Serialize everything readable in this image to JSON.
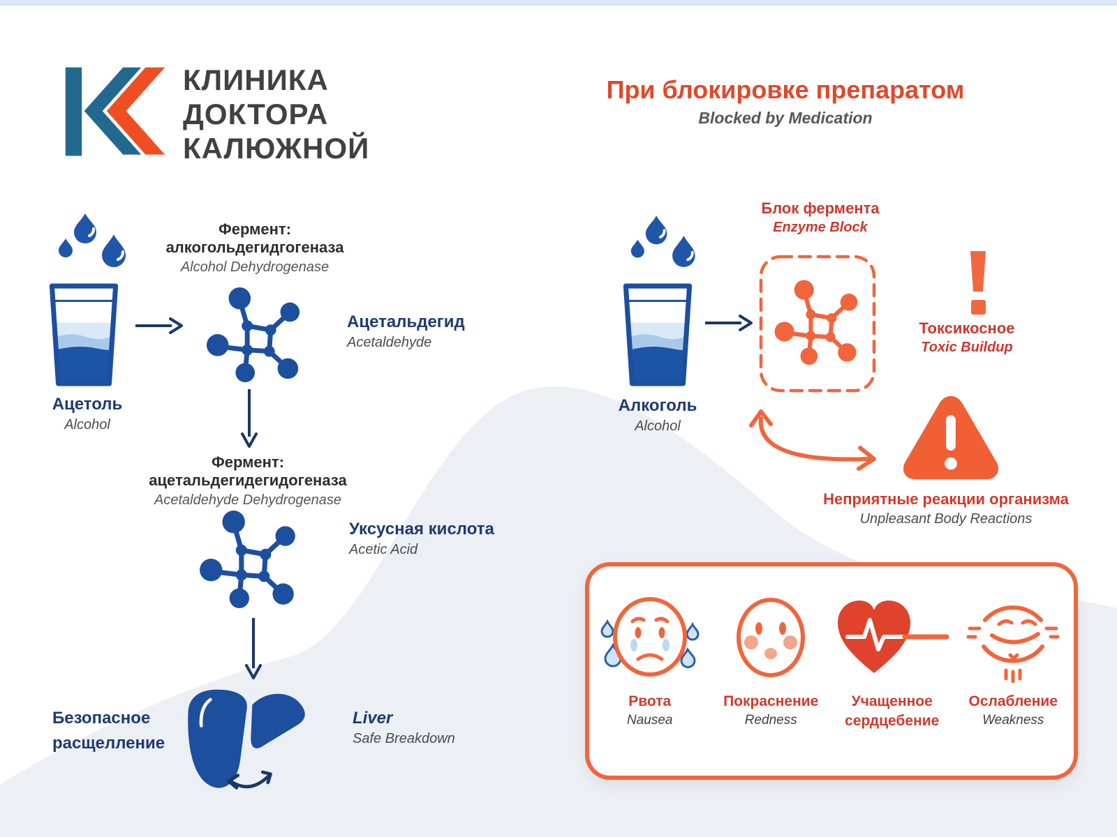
{
  "colors": {
    "accent_orange": "#F2653C",
    "heart_red": "#E0432B",
    "red_text": "#CD382B",
    "navy_text": "#1E3A70",
    "molecule_blue": "#1C4F9E",
    "arrow_navy": "#1B3764",
    "gray_italic": "#55565A",
    "logo_blue": "#23698F",
    "logo_orange": "#EF4E23",
    "hill_background": "#ECEFF4",
    "top_strip": "#DCE7F5"
  },
  "logo": {
    "line1": "КЛИНИКА",
    "line2": "ДОКТОРА",
    "line3": "КАЛЮЖНОЙ"
  },
  "title": {
    "ru": "При блокировке препаратом",
    "en": "Blocked by Medication"
  },
  "left": {
    "enzyme1_ru": "Фермент: алкогольдегидгогеназа",
    "enzyme1_en": "Alcohol Dehydrogenase",
    "source_ru": "Ацетоль",
    "source_en": "Alcohol",
    "product1_ru": "Ацетальдегид",
    "product1_en": "Acetaldehyde",
    "enzyme2_ru": "Фермент: ацетальдегидегидогеназа",
    "enzyme2_en": "Acetaldehyde Dehydrogenase",
    "product2_ru": "Уксусная кислота",
    "product2_en": "Acetic Acid",
    "result_ru_line1": "Безопасное",
    "result_ru_line2": "расщелление",
    "liver_en": "Liver",
    "liver_sub": "Safe Breakdown"
  },
  "right": {
    "source_ru": "Алкоголь",
    "source_en": "Alcohol",
    "block_ru": "Блок фермента",
    "block_en": "Enzyme Block",
    "toxic_ru": "Токсикосное",
    "toxic_en": "Toxic Buildup",
    "reactions_ru": "Неприятные реакции организма",
    "reactions_en": "Unpleasant Body Reactions",
    "symptoms": [
      {
        "ru": "Рвота",
        "ru2": "",
        "en": "Nausea"
      },
      {
        "ru": "Покраснение",
        "ru2": "",
        "en": "Redness"
      },
      {
        "ru": "Учащенное",
        "ru2": "сердцебение",
        "en": ""
      },
      {
        "ru": "Ослабление",
        "ru2": "",
        "en": "Weakness"
      }
    ]
  }
}
